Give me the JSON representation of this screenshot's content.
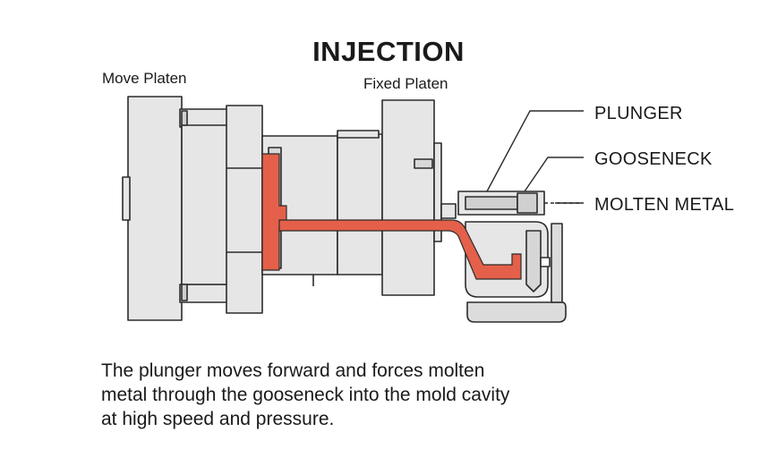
{
  "title": "INJECTION",
  "labels": {
    "move_platen": "Move Platen",
    "fixed_platen": "Fixed Platen",
    "plunger": "PLUNGER",
    "gooseneck": "GOOSENECK",
    "molten_metal": "MOLTEN METAL"
  },
  "caption": [
    "The plunger moves forward and forces molten",
    "metal through the gooseneck into the mold cavity",
    "at high speed and pressure."
  ],
  "colors": {
    "machine_fill": "#e6e6e6",
    "machine_stroke": "#2b2b2b",
    "molten_metal": "#e4604a"
  }
}
